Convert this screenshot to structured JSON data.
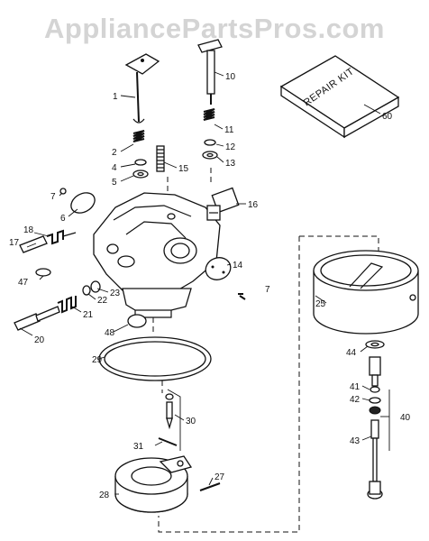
{
  "watermark": "AppliancePartsPros.com",
  "kit_text": "REPAIR KIT",
  "part_numbers": {
    "p1": "1",
    "p2": "2",
    "p4": "4",
    "p5": "5",
    "p6": "6",
    "p7a": "7",
    "p7b": "7",
    "p10": "10",
    "p11": "11",
    "p12": "12",
    "p13": "13",
    "p14": "14",
    "p15": "15",
    "p16": "16",
    "p17": "17",
    "p18": "18",
    "p20": "20",
    "p21": "21",
    "p22": "22",
    "p23": "23",
    "p25": "25",
    "p27": "27",
    "p28": "28",
    "p29": "29",
    "p30": "30",
    "p31": "31",
    "p40": "40",
    "p41": "41",
    "p42": "42",
    "p43": "43",
    "p44": "44",
    "p47": "47",
    "p48": "48",
    "p60": "60"
  }
}
